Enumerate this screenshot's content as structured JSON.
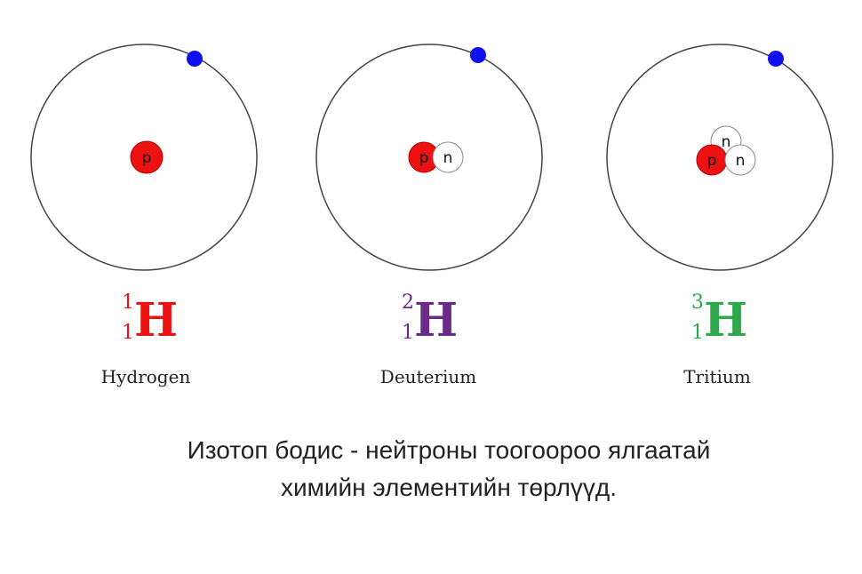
{
  "colors": {
    "proton": "#ee1111",
    "neutron": "#ffffff",
    "electron": "#1010ee",
    "orbit": "#444444"
  },
  "isotopes": [
    {
      "name": "Hydrogen",
      "mass_number": "1",
      "atomic_number": "1",
      "symbol": "H",
      "color": "#ee1111",
      "nucleus": [
        {
          "particle": "proton",
          "label": "p"
        }
      ]
    },
    {
      "name": "Deuterium",
      "mass_number": "2",
      "atomic_number": "1",
      "symbol": "H",
      "color": "#6a2a8a",
      "nucleus": [
        {
          "particle": "proton",
          "label": "p"
        },
        {
          "particle": "neutron",
          "label": "n"
        }
      ]
    },
    {
      "name": "Tritium",
      "mass_number": "3",
      "atomic_number": "1",
      "symbol": "H",
      "color": "#2ea84a",
      "nucleus": [
        {
          "particle": "neutron",
          "label": "n"
        },
        {
          "particle": "proton",
          "label": "p"
        },
        {
          "particle": "neutron",
          "label": "n"
        }
      ]
    }
  ],
  "caption": {
    "line1": "Изотоп бодис - нейтроны тоогоороо ялгаатай",
    "line2": "химийн элементийн төрлүүд."
  }
}
